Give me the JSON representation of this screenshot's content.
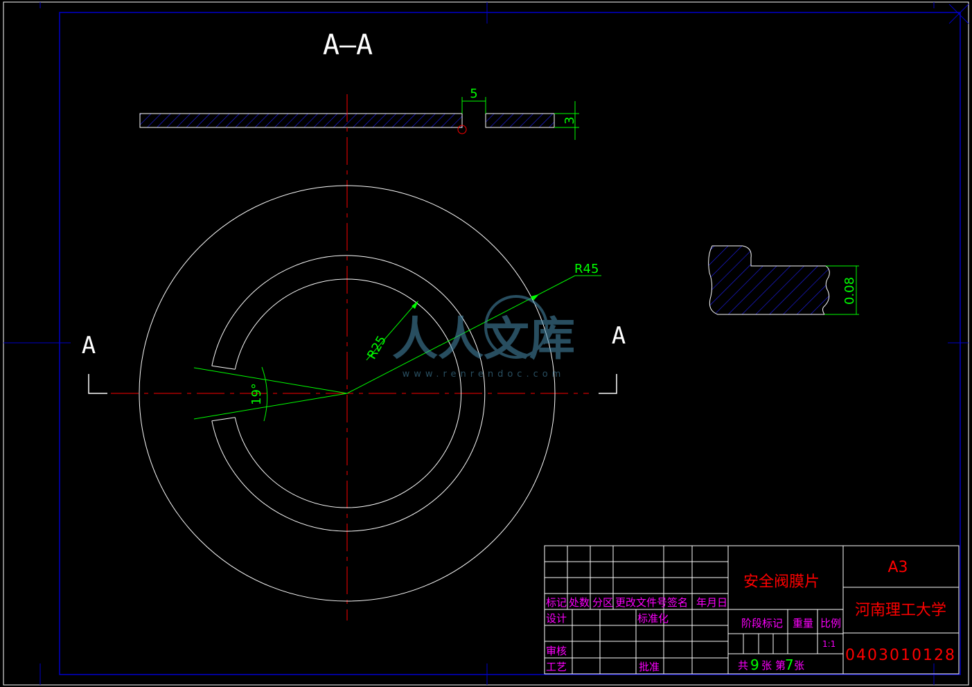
{
  "section_title": "A—A",
  "section_left": "A",
  "section_right": "A",
  "dims": {
    "slot_width": "5",
    "thickness": "3",
    "r_outer": "R45",
    "r_inner": "R25",
    "angle": "19°",
    "detail_height": "0.08"
  },
  "title_block": {
    "hdr_biaoji": "标记",
    "hdr_chushu": "处数",
    "hdr_fenqu": "分区",
    "hdr_genggai": "更改文件号",
    "hdr_qianming": "签名",
    "hdr_nianyueri": "年月日",
    "sheji": "设计",
    "biaozhunhua": "标准化",
    "shenhe": "审核",
    "gongyi": "工艺",
    "pizhun": "批准",
    "part_name": "安全阀膜片",
    "jieduan": "阶段标记",
    "zhongliang": "重量",
    "bili": "比例",
    "scale": "1:1",
    "gong": "共",
    "total": "9",
    "zhang1": "张",
    "di": "第",
    "current": "7",
    "zhang2": "张",
    "format": "A3",
    "school": "河南理工大学",
    "drawing_no": "0403010128"
  },
  "watermark": {
    "text": "人人文库",
    "url": "www.renrendoc.com"
  },
  "colors": {
    "border": "#0000c8",
    "outline": "#ffffff",
    "dim": "#00ff00",
    "center": "#ff0000",
    "title": "#ff0000",
    "label": "#ff00ff",
    "hatch": "#2020ff"
  }
}
